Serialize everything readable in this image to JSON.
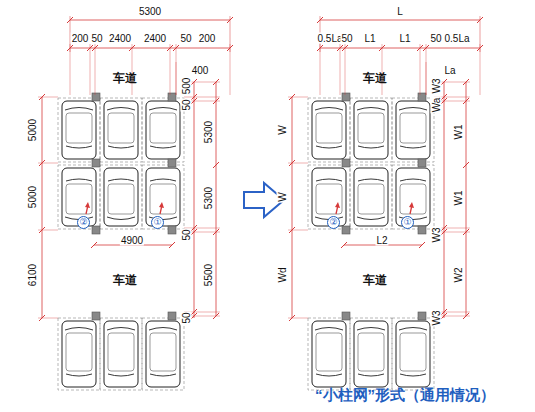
{
  "diagram": {
    "caption": "“小柱网”形式（通用情况）",
    "nodes": [
      {
        "text": [
          "②"
        ]
      },
      {
        "text": [
          "①"
        ]
      },
      {
        "text": [
          "②"
        ]
      },
      {
        "text": [
          "①"
        ]
      }
    ],
    "labels": [
      "5300",
      "200",
      "50",
      "2400",
      "2400",
      "50",
      "200",
      "车道",
      "400",
      "500",
      "50",
      "5300",
      "5000",
      "5000",
      "5300",
      "4900",
      "50",
      "6100",
      "5500",
      "50",
      "车道",
      "L",
      "0.5La",
      "50",
      "L1",
      "L1",
      "50",
      "0.5La",
      "车道",
      "La",
      "W3",
      "Wa",
      "W1",
      "W",
      "W",
      "W1",
      "L2",
      "W3",
      "Wd",
      "W2",
      "W3",
      "车道"
    ]
  }
}
